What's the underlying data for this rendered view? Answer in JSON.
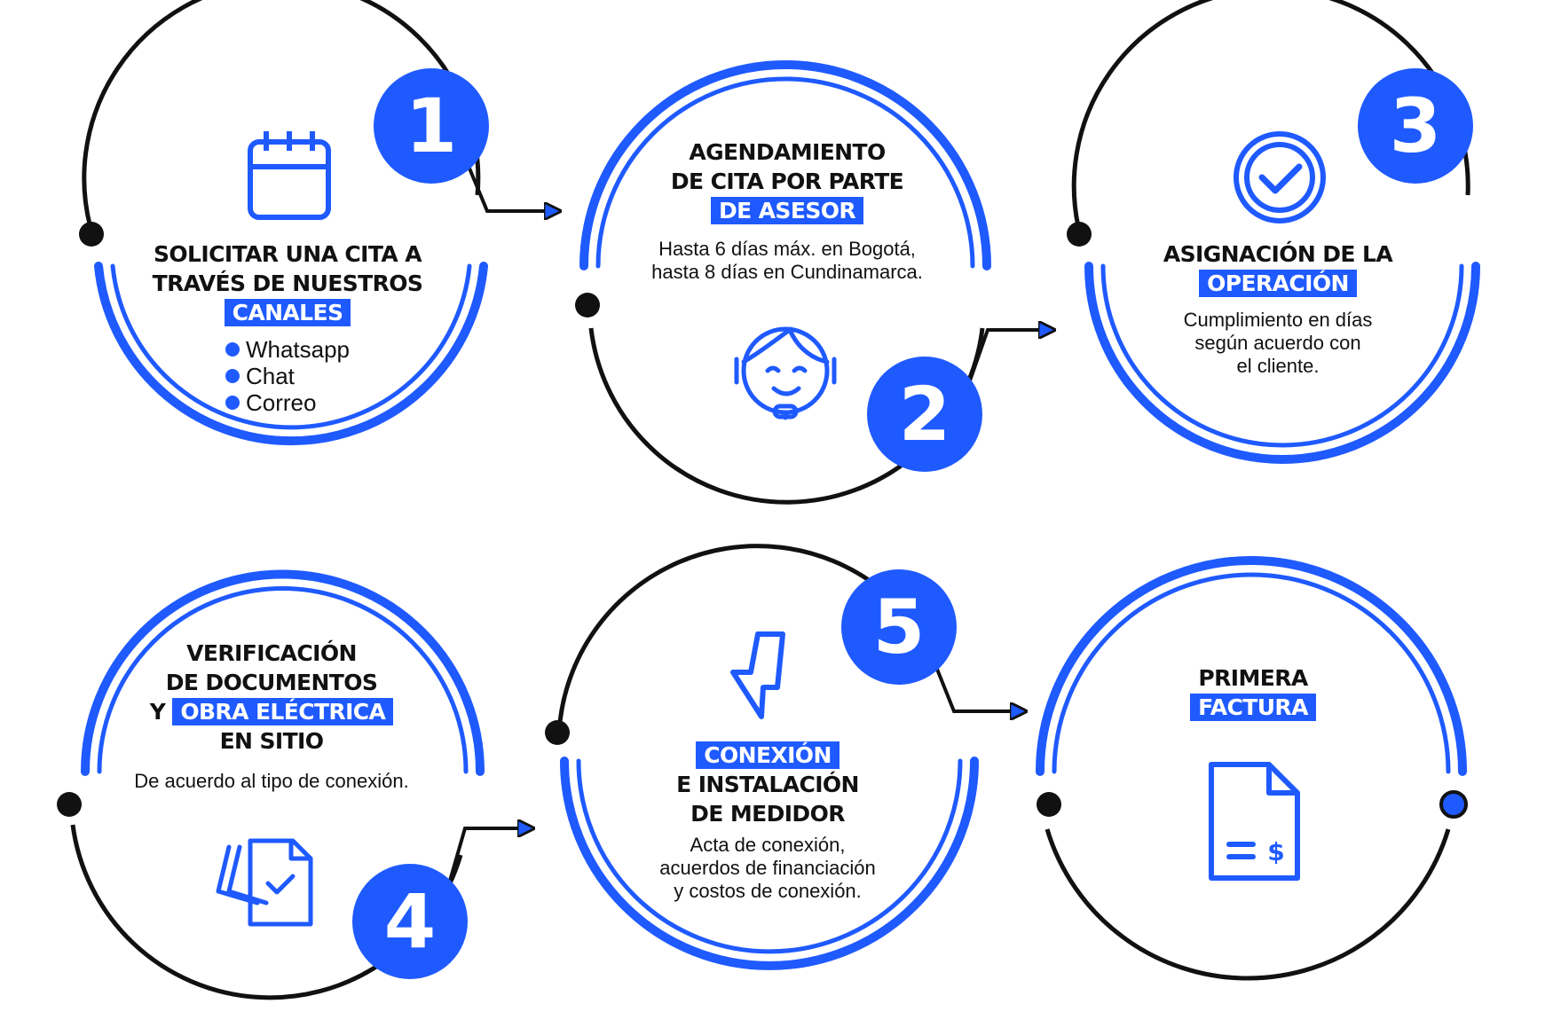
{
  "colors": {
    "accent": "#1f5aff",
    "ring": "#111111",
    "background": "#ffffff"
  },
  "steps": [
    {
      "number": "1",
      "icon": "calendar-icon",
      "title_lines": [
        "SOLICITAR UNA CITA A",
        "TRAVÉS DE NUESTROS"
      ],
      "highlight": "CANALES",
      "channels": [
        "Whatsapp",
        "Chat",
        "Correo"
      ]
    },
    {
      "number": "2",
      "icon": "headset-agent-icon",
      "title_lines": [
        "AGENDAMIENTO",
        "DE CITA POR PARTE"
      ],
      "highlight": "DE ASESOR",
      "description_lines": [
        "Hasta 6 días máx. en Bogotá,",
        "hasta 8 días en Cundinamarca."
      ]
    },
    {
      "number": "3",
      "icon": "check-circle-icon",
      "title_lines": [
        "ASIGNACIÓN DE LA"
      ],
      "highlight": "OPERACIÓN",
      "description_lines": [
        "Cumplimiento en días",
        "según acuerdo con",
        "el cliente."
      ]
    },
    {
      "number": "4",
      "icon": "verified-documents-icon",
      "title_lines": [
        "VERIFICACIÓN",
        "DE DOCUMENTOS"
      ],
      "title_prefix": "Y",
      "highlight": "OBRA ELÉCTRICA",
      "title_after": [
        "EN SITIO"
      ],
      "description_lines": [
        "De acuerdo al tipo de conexión."
      ]
    },
    {
      "number": "5",
      "icon": "lightning-bolt-icon",
      "highlight": "CONEXIÓN",
      "title_after": [
        "E INSTALACIÓN",
        "DE MEDIDOR"
      ],
      "description_lines": [
        "Acta de conexión,",
        "acuerdos de financiación",
        "y costos de conexión."
      ]
    },
    {
      "icon": "invoice-icon",
      "title_lines": [
        "PRIMERA"
      ],
      "highlight": "FACTURA"
    }
  ]
}
